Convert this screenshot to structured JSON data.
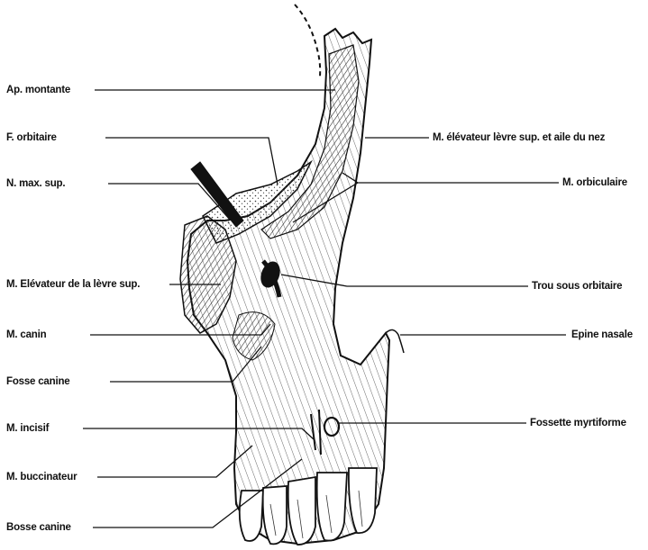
{
  "figure": {
    "labels_left": [
      {
        "id": "ap-montante",
        "text": "Ap. montante"
      },
      {
        "id": "f-orbitaire",
        "text": "F. orbitaire"
      },
      {
        "id": "n-max-sup",
        "text": "N. max. sup."
      },
      {
        "id": "m-elevateur-levre",
        "text": "M. Elévateur de la lèvre sup."
      },
      {
        "id": "m-canin",
        "text": "M. canin"
      },
      {
        "id": "fosse-canine",
        "text": "Fosse canine"
      },
      {
        "id": "m-incisif",
        "text": "M. incisif"
      },
      {
        "id": "m-buccinateur",
        "text": "M. buccinateur"
      },
      {
        "id": "bosse-canine",
        "text": "Bosse canine"
      }
    ],
    "labels_right": [
      {
        "id": "m-elevateur-levre-nez",
        "text": "M. élévateur lèvre sup. et aile du nez"
      },
      {
        "id": "m-orbiculaire",
        "text": "M. orbiculaire"
      },
      {
        "id": "trou-sous-orbitaire",
        "text": "Trou sous orbitaire"
      },
      {
        "id": "epine-nasale",
        "text": "Epine nasale"
      },
      {
        "id": "fossette-myrtiforme",
        "text": "Fossette myrtiforme"
      }
    ]
  },
  "colors": {
    "ink": "#111111",
    "paper": "#ffffff",
    "shade": "#555555"
  }
}
